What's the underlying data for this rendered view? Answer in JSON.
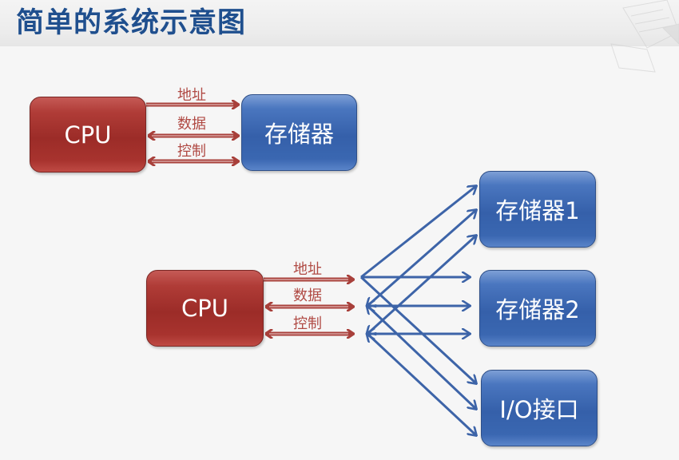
{
  "slide": {
    "title": "简单的系统示意图"
  },
  "diagram_top": {
    "cpu_label": "CPU",
    "memory_label": "存储器",
    "buses": [
      {
        "label": "地址",
        "direction": "cpu-to-memory"
      },
      {
        "label": "数据",
        "direction": "bidirectional"
      },
      {
        "label": "控制",
        "direction": "bidirectional"
      }
    ]
  },
  "diagram_bottom": {
    "cpu_label": "CPU",
    "buses": [
      {
        "label": "地址",
        "direction": "cpu-to-devices"
      },
      {
        "label": "数据",
        "direction": "bidirectional"
      },
      {
        "label": "控制",
        "direction": "bidirectional"
      }
    ],
    "devices": [
      {
        "label": "存储器1"
      },
      {
        "label": "存储器2"
      },
      {
        "label": "I/O接口"
      }
    ]
  },
  "colors": {
    "title": "#1f4f8e",
    "cpu_box": "#a8332e",
    "device_box": "#3a67b1",
    "cpu_bus_arrow": "#a8403b",
    "bus_label": "#b04a44",
    "fan_arrow": "#3d64a8"
  }
}
